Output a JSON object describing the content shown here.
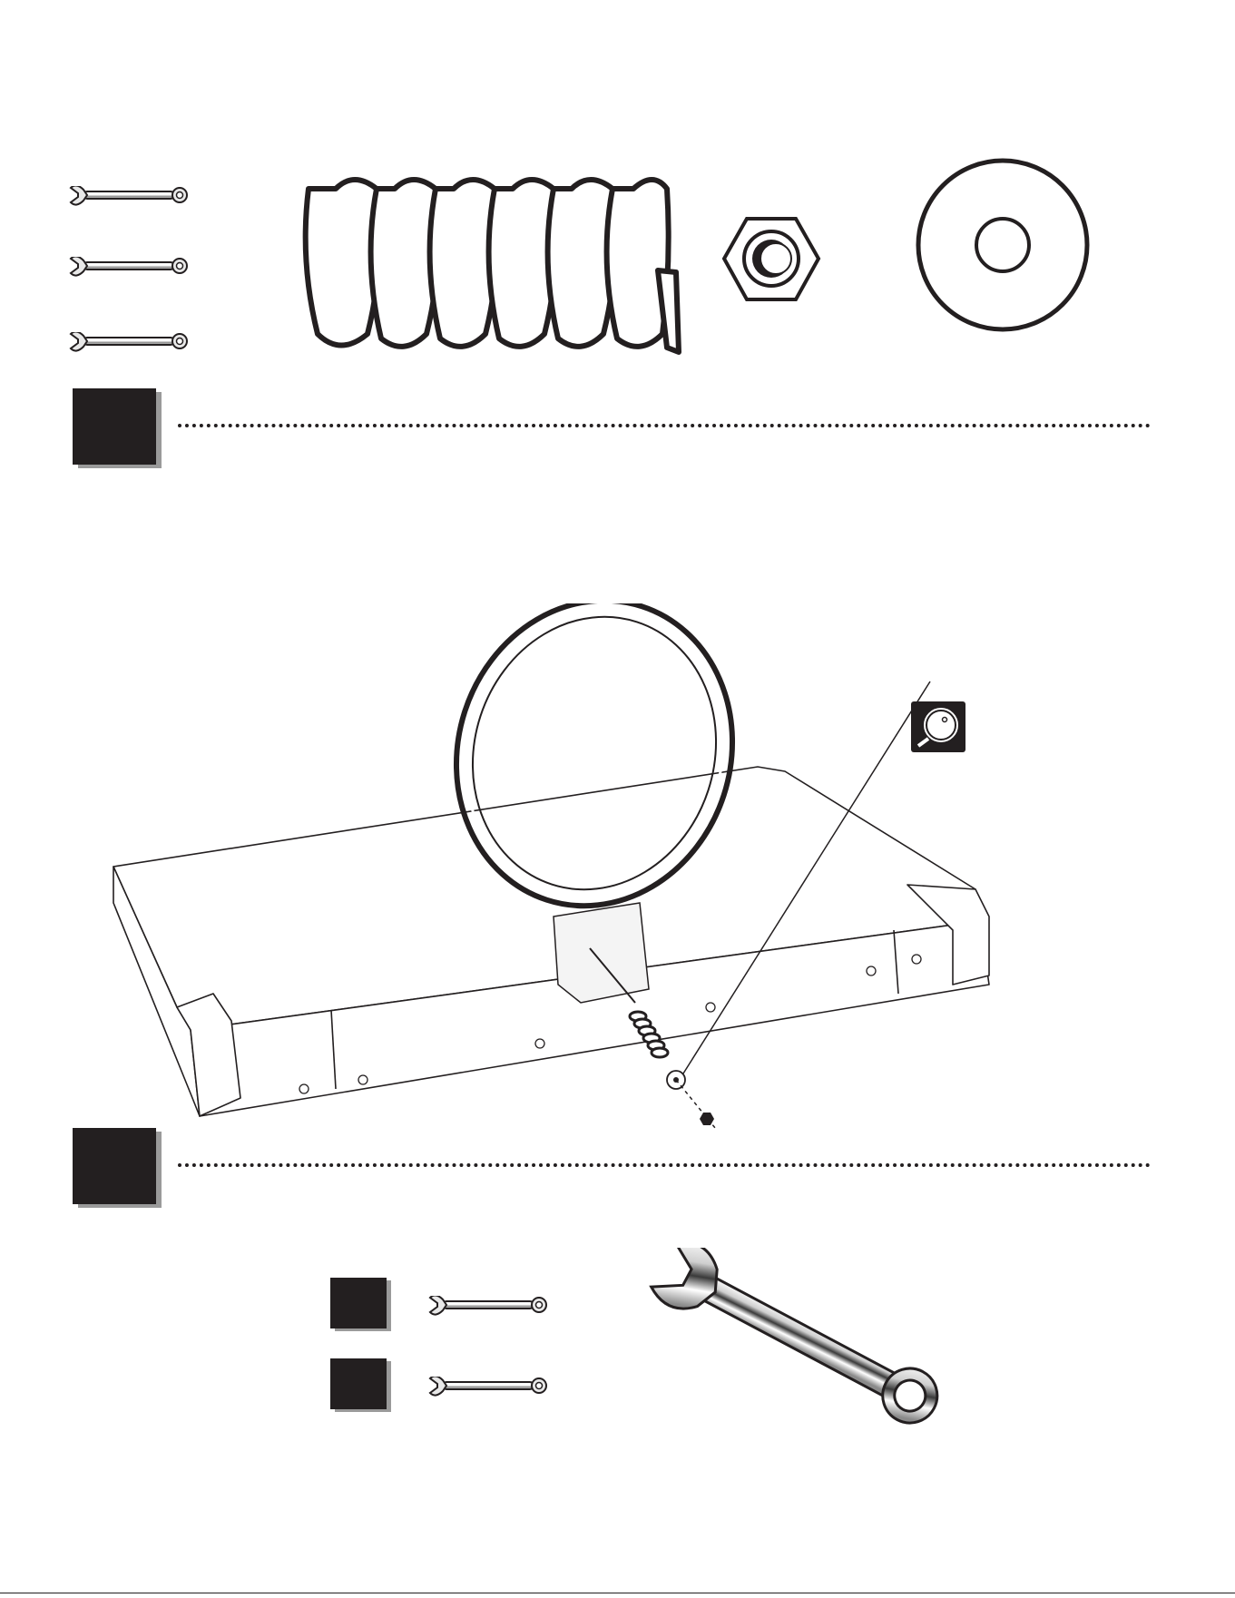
{
  "page": {
    "background": "#ffffff",
    "ink": "#231f20",
    "shadow": "#9a9a9a"
  },
  "hardware_row": {
    "wrench_icons": [
      "wrench-icon",
      "wrench-icon",
      "wrench-icon"
    ],
    "parts": [
      "spring-icon",
      "hex-nut-icon",
      "washer-icon"
    ]
  },
  "steps": [
    {
      "name": "step-1",
      "label": ""
    },
    {
      "name": "step-2",
      "label": ""
    }
  ],
  "illustration": {
    "main": "backboard-rim-assembly",
    "callout_icon": "washer-callout-icon"
  },
  "tools": {
    "items": [
      {
        "name": "tool-1",
        "label": ""
      },
      {
        "name": "tool-2",
        "label": ""
      }
    ],
    "large_tool": "combination-wrench-icon"
  },
  "footer": {
    "page_number": ""
  }
}
